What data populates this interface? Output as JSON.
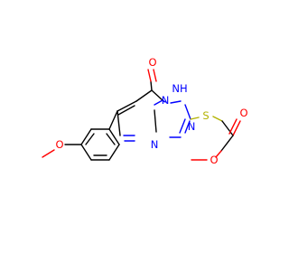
{
  "atoms": {
    "o_oxo": "O",
    "nh": "NH",
    "n_upper": "N",
    "n_lower": "N",
    "n_bridge": "N",
    "s": "S",
    "o_carbonyl": "O",
    "o_ester": "O",
    "o_methoxy": "O"
  },
  "colors": {
    "bond": "#000000",
    "oxygen": "#ff0000",
    "nitrogen": "#0000ff",
    "sulfur": "#b2b200"
  }
}
